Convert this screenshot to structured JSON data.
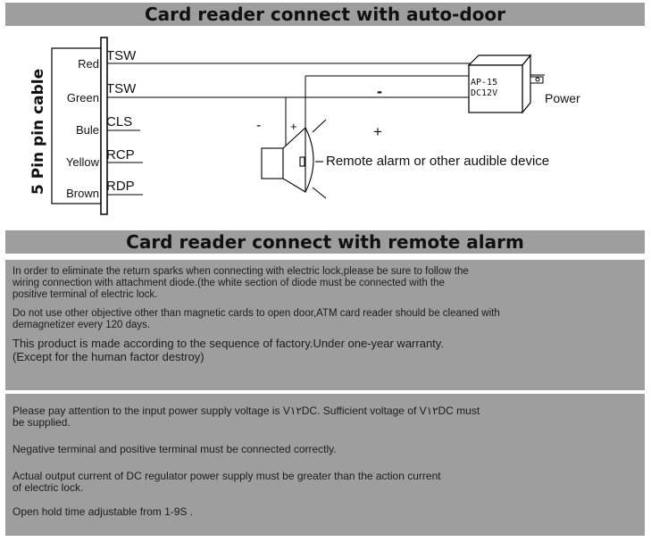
{
  "title_top": "Card reader connect  with auto-door",
  "title_mid": "Card reader connect with  remote alarm",
  "diagram": {
    "cable_label": "5 Pin pin cable",
    "wires": [
      {
        "color": "Red",
        "signal": "TSW"
      },
      {
        "color": "Green",
        "signal": "TSW"
      },
      {
        "color": "Bule",
        "signal": "CLS"
      },
      {
        "color": "Yellow",
        "signal": "RCP"
      },
      {
        "color": "Brown",
        "signal": "RDP"
      }
    ],
    "adapter_model": "AP-15",
    "adapter_voltage": "DC12V",
    "power_label": "Power",
    "minus_right": "-",
    "plus_right": "+",
    "minus_left": "-",
    "plus_left": "+",
    "device_label": "Remote alarm or other audible device"
  },
  "notes_1": [
    "In order to eliminate the return sparks when connecting with electric lock,please be sure to follow the\nwiring  connection with attachment  diode.(the white  section of diode must be connected with the\npositive  terminal of electric lock.",
    "Do not use other objective other than magnetic cards to open door,ATM card reader should be cleaned  with\ndemagnetizer every 120 days.",
    "This product is made according to the sequence of factory.Under one-year warranty.\n(Except for the human factor destroy)"
  ],
  "notes_2": [
    "Please pay attention to the input power supply voltage is V١٢DC. Sufficient voltage of  V١٢DC  must\nbe supplied.",
    "Negative terminal and positive terminal must be connected  correctly.",
    "Actual output current of DC regulator power supply must be greater than the  action current\nof electric lock.",
    "Open hold time adjustable from 1-9S ."
  ]
}
